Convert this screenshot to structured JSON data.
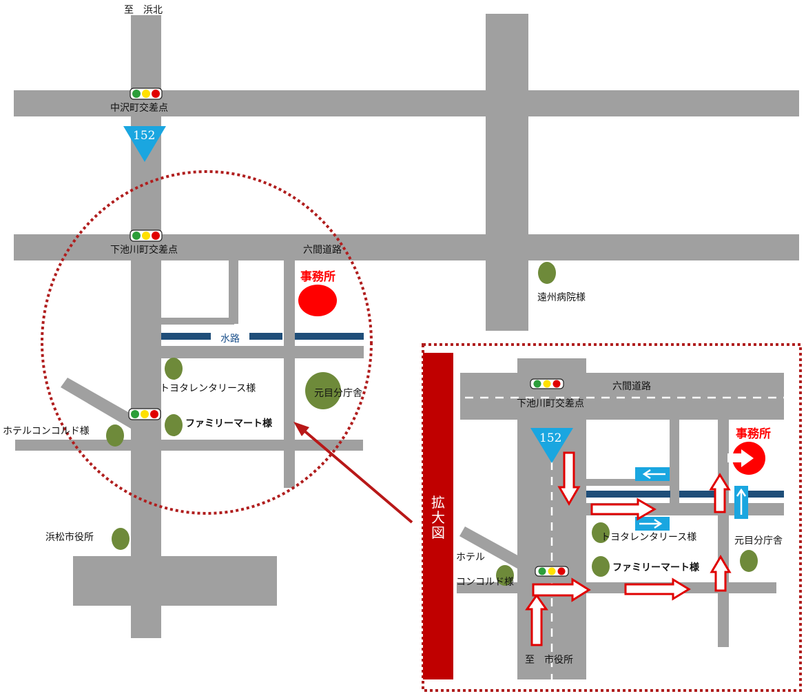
{
  "labels": {
    "to_hamakita": "至　浜北",
    "nakazawa": "中沢町交差点",
    "route": "152",
    "shimoikegawa": "下池川町交差点",
    "rokken": "六間道路",
    "office": "事務所",
    "enshu": "遠州病院様",
    "suiro": "水路",
    "toyota": "トヨタレンタリース様",
    "motome": "元目分庁舎",
    "familymart": "ファミリーマート様",
    "concorde": "ホテルコンコルド様",
    "cityhall": "浜松市役所"
  },
  "inset": {
    "enlarged": "拡大図",
    "rokken": "六間道路",
    "shimoikegawa": "下池川町交差点",
    "route": "152",
    "office": "事務所",
    "toyota": "トヨタレンタリース様",
    "motome": "元目分庁舎",
    "familymart": "ファミリーマート様",
    "hotel": "ホテル",
    "concorde": "コンコルド様",
    "to_cityhall": "至　市役所"
  },
  "colors": {
    "road": "#a0a0a0",
    "canal": "#1f4e79",
    "route_sign": "#1aa6e0",
    "dotted": "#b01e1e",
    "office": "#ff0000",
    "tree": "#6e8a3a",
    "band": "#c00000",
    "arrow": "#e00000"
  }
}
